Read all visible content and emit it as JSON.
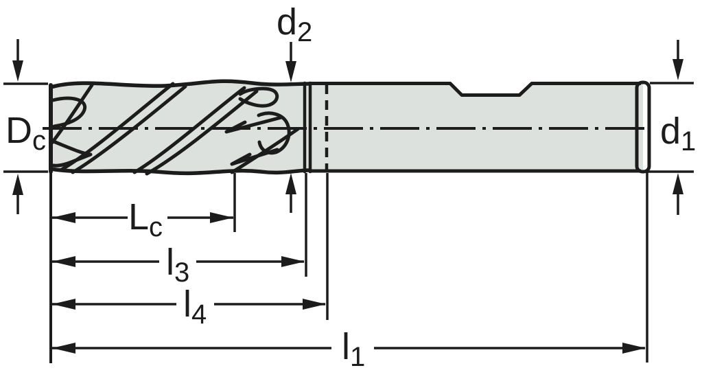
{
  "colors": {
    "line": "#1c1c1c",
    "fill": "#dce1dd",
    "background": "#ffffff"
  },
  "labels": {
    "d2": {
      "main": "d",
      "sub": "2"
    },
    "dc": {
      "main": "D",
      "sub": "c"
    },
    "d1": {
      "main": "d",
      "sub": "1"
    },
    "lc": {
      "main": "L",
      "sub": "c"
    },
    "l3": {
      "main": "l",
      "sub": "3"
    },
    "l4": {
      "main": "l",
      "sub": "4"
    },
    "l1": {
      "main": "l",
      "sub": "1"
    }
  }
}
